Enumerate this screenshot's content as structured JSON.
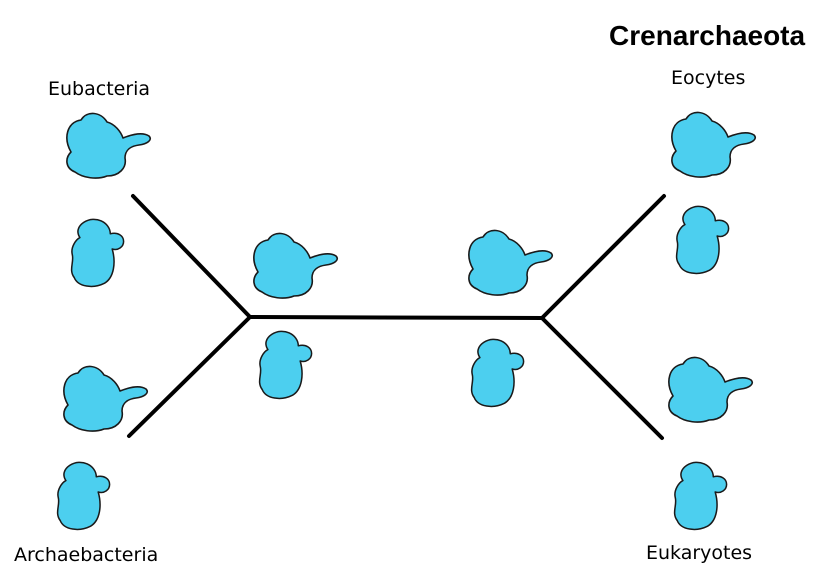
{
  "title": "Crenarchaeota",
  "labels": {
    "top_left": "Eubacteria",
    "bottom_left": "Archaebacteria",
    "top_right": "Eocytes",
    "bottom_right": "Eukaryotes"
  },
  "colors": {
    "protein_fill": "#4ccfef",
    "outline": "#1a1a1a",
    "branch": "#000000"
  }
}
